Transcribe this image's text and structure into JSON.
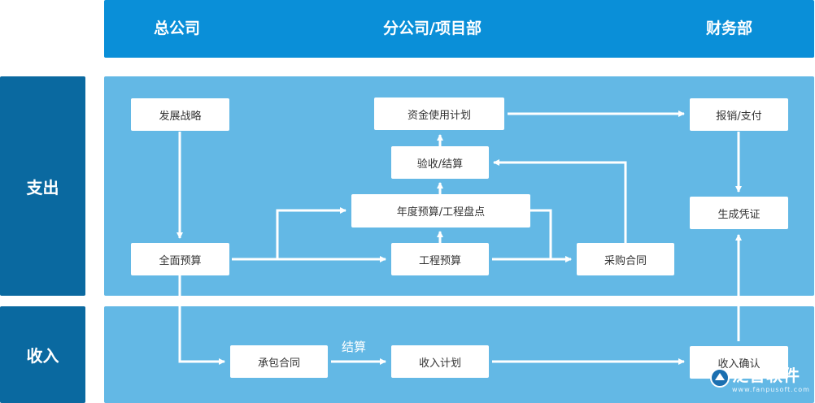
{
  "header": {
    "head_office": "总公司",
    "branch": "分公司/项目部",
    "finance": "财务部"
  },
  "sections": {
    "expense": "支出",
    "income": "收入"
  },
  "nodes": {
    "dev_strategy": "发展战略",
    "full_budget": "全面预算",
    "fund_plan": "资金使用计划",
    "acceptance": "验收/结算",
    "annual_budget": "年度预算/工程盘点",
    "project_budget": "工程预算",
    "purchase_contract": "采购合同",
    "reimburse": "报销/支付",
    "voucher": "生成凭证",
    "subcontract": "承包合同",
    "income_plan": "收入计划",
    "income_confirm": "收入确认"
  },
  "edge_labels": {
    "settlement": "结算"
  },
  "logo": {
    "name": "泛普软件",
    "url": "www.fanpusoft.com"
  },
  "colors": {
    "header": "#0a8fd8",
    "side": "#0a69a0",
    "panel": "#63b8e5",
    "node": "#ffffff",
    "arrow": "#ffffff"
  }
}
